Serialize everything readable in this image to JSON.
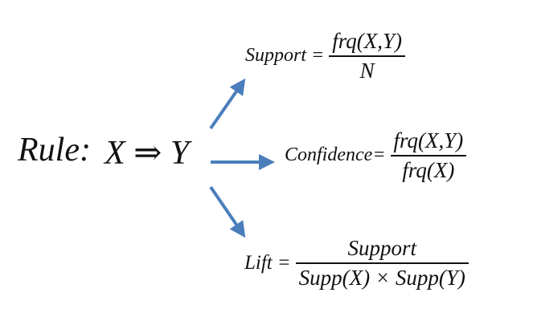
{
  "rule": {
    "label": "Rule:",
    "expression": "X ⇒ Y"
  },
  "support": {
    "lhs": "Support",
    "eq": "=",
    "numerator": "frq(X,Y)",
    "denominator": "N"
  },
  "confidence": {
    "lhs": "Confidence",
    "eq": "=",
    "numerator": "frq(X,Y)",
    "denominator": "frq(X)"
  },
  "lift": {
    "lhs": "Lift",
    "eq": "=",
    "numerator": "Support",
    "denominator": "Supp(X) × Supp(Y)"
  },
  "colors": {
    "arrow": "#4a7ebb",
    "text": "#111111"
  }
}
